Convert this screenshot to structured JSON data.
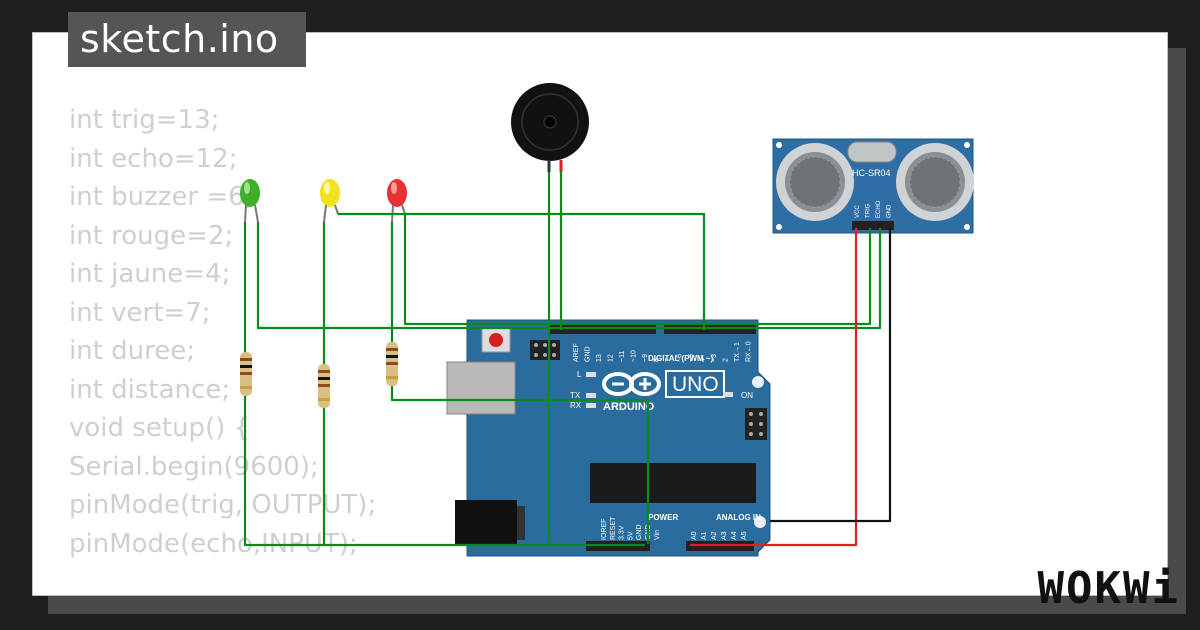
{
  "title": "sketch.ino",
  "code_lines": [
    "int trig=13;",
    "int echo=12;",
    "int buzzer =6;",
    "int rouge=2;",
    "int jaune=4;",
    "int vert=7;",
    "int duree;",
    "int distance;",
    "void setup() {",
    "Serial.begin(9600);",
    "pinMode(trig, OUTPUT);",
    "pinMode(echo,INPUT);"
  ],
  "sensor": {
    "model": "HC-SR04",
    "pins": [
      "VCC",
      "TRIG",
      "ECHO",
      "GND"
    ]
  },
  "arduino": {
    "brand": "ARDUINO",
    "model": "UNO",
    "on_label": "ON",
    "l_label": "L",
    "tx_label": "TX",
    "rx_label": "RX",
    "digital_label": "DIGITAL (PWM ~)",
    "power_label": "POWER",
    "analog_label": "ANALOG IN",
    "top_pins": [
      "AREF",
      "GND",
      "13",
      "12",
      "~11",
      "~10",
      "~9",
      "8",
      "7",
      "~6",
      "~5",
      "4",
      "~3",
      "2",
      "TX→1",
      "RX←0"
    ],
    "power_pins": [
      "IOREF",
      "RESET",
      "3.3V",
      "5V",
      "GND",
      "GND",
      "Vin"
    ],
    "analog_pins": [
      "A0",
      "A1",
      "A2",
      "A3",
      "A4",
      "A5"
    ]
  },
  "colors": {
    "board": "#2b6c9e",
    "wire_green": "#0a8a1a",
    "wire_red": "#e02020",
    "wire_black": "#111111",
    "led_green": "#3fae2a",
    "led_yellow": "#f2e21c",
    "led_red": "#e63232"
  },
  "logo": "WOKWi"
}
